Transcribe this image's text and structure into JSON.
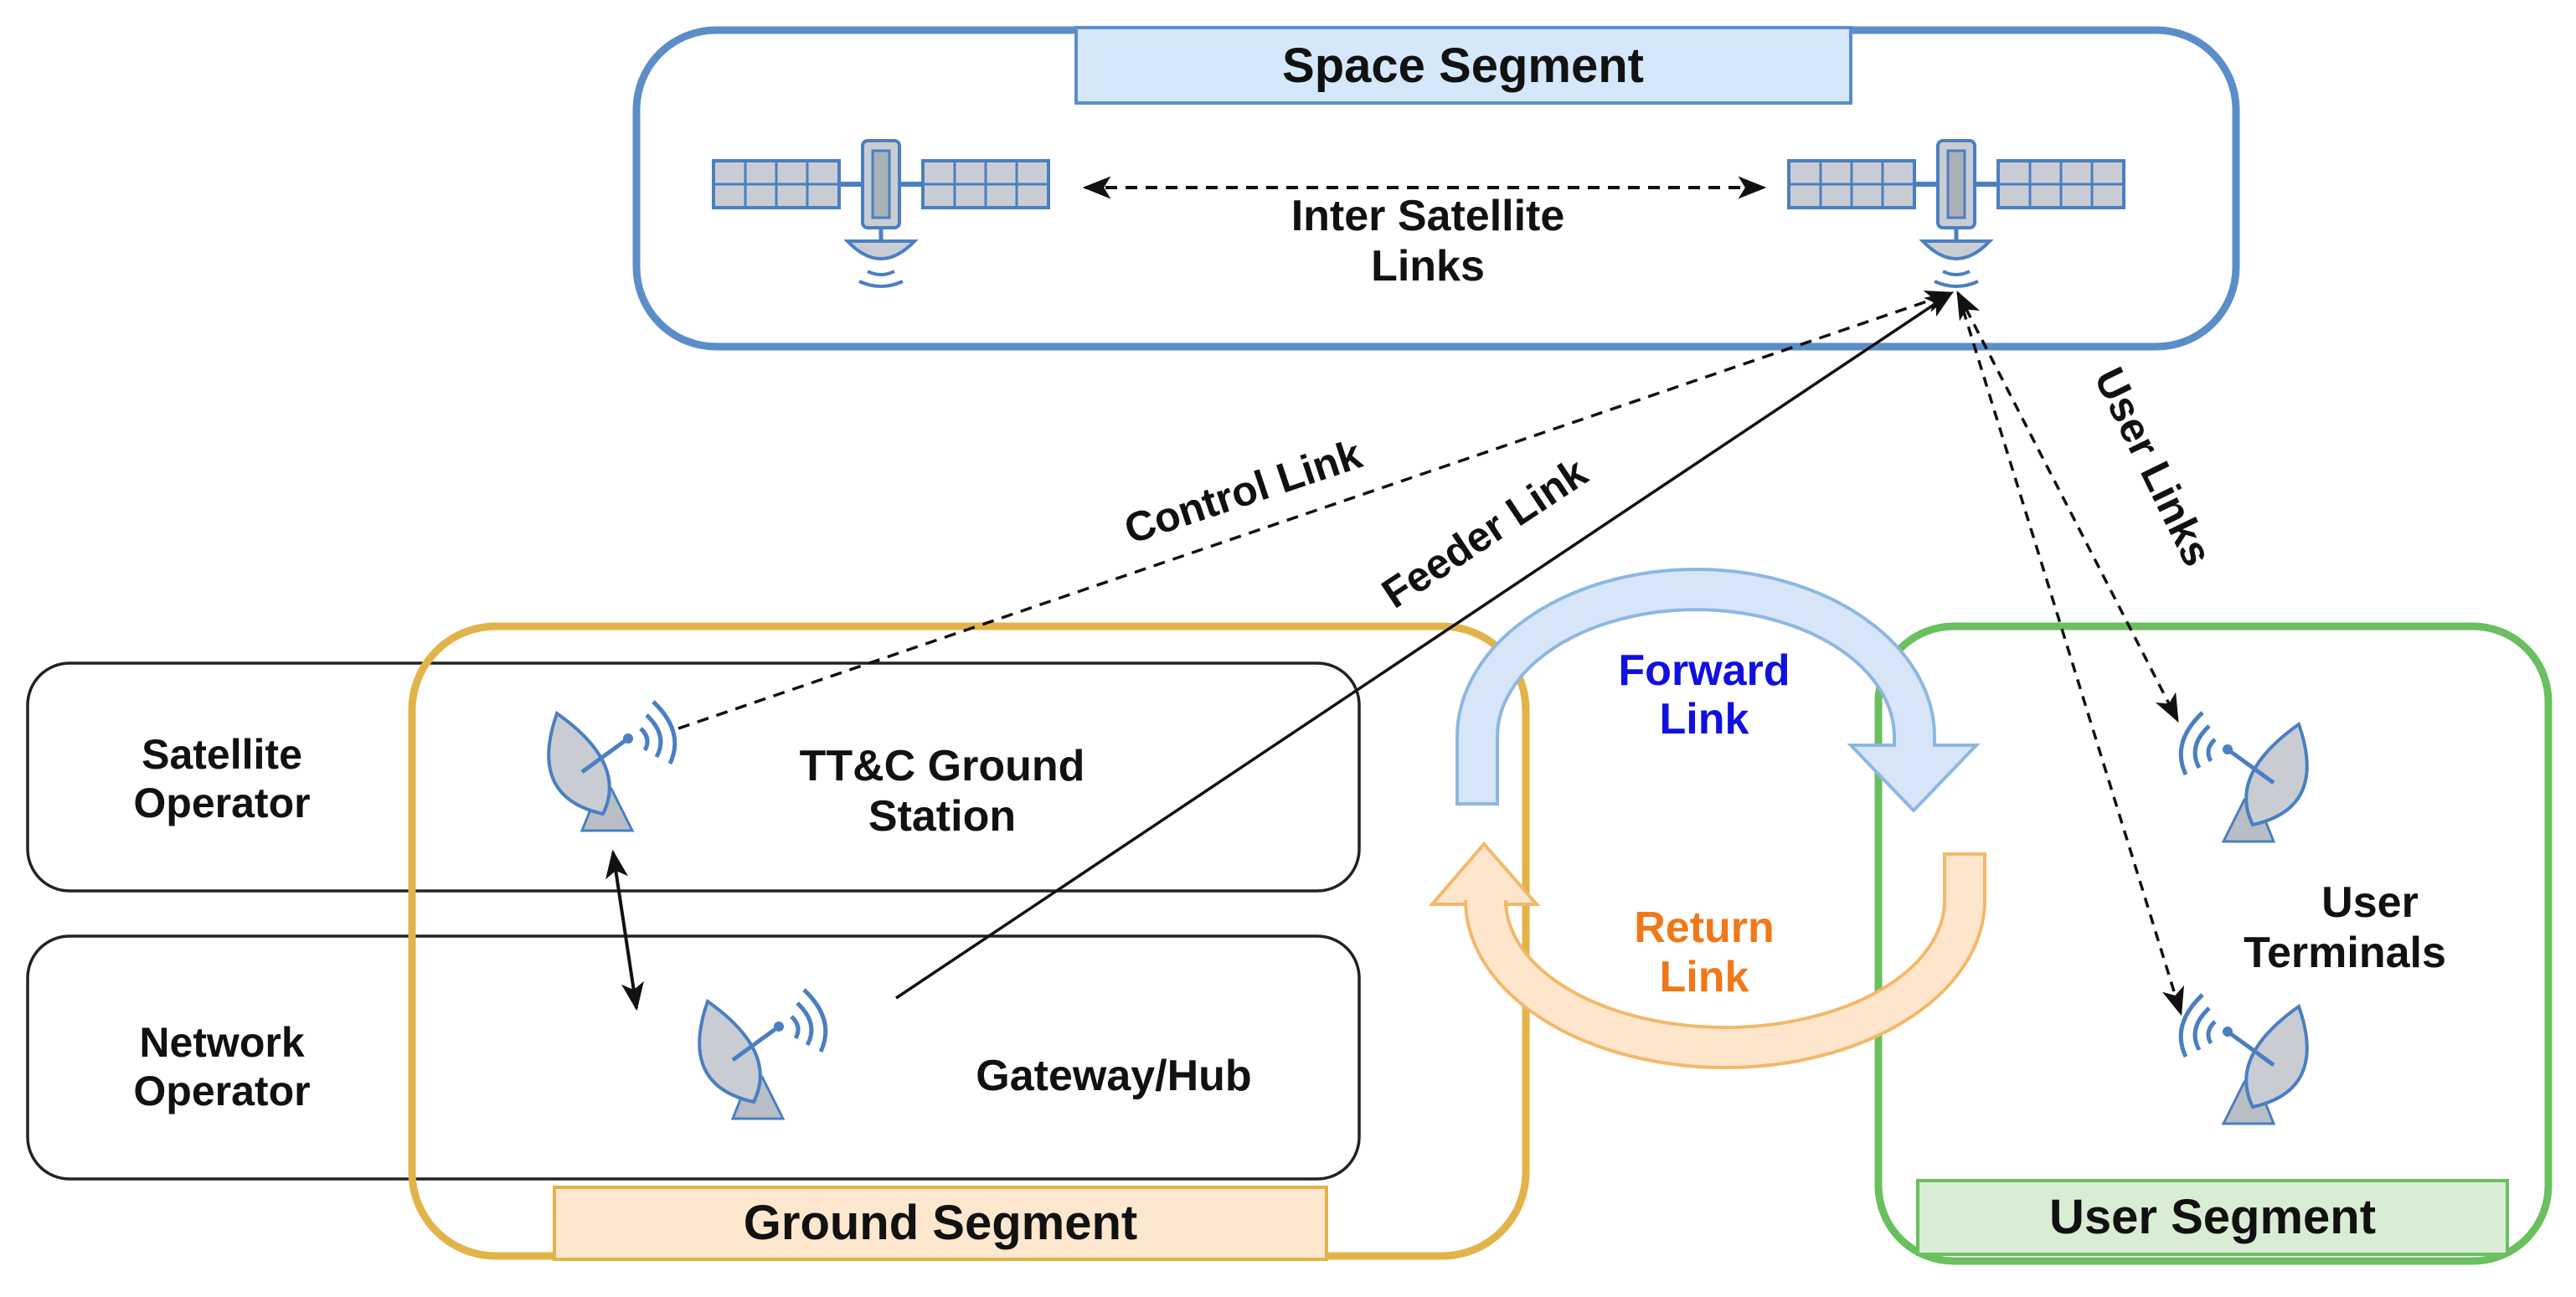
{
  "space_segment": {
    "title": "Space Segment",
    "inter_satellite_label_line1": "Inter Satellite",
    "inter_satellite_label_line2": "Links"
  },
  "ground_segment": {
    "title": "Ground Segment",
    "ttc_label_line1": "TT&C Ground",
    "ttc_label_line2": "Station",
    "gateway_label": "Gateway/Hub"
  },
  "user_segment": {
    "title": "User Segment",
    "terminals_label_line1": "User",
    "terminals_label_line2": "Terminals"
  },
  "operators": {
    "satellite_line1": "Satellite",
    "satellite_line2": "Operator",
    "network_line1": "Network",
    "network_line2": "Operator"
  },
  "links": {
    "control": "Control Link",
    "feeder": "Feeder Link",
    "user": "User Links",
    "forward_line1": "Forward",
    "forward_line2": "Link",
    "return_line1": "Return",
    "return_line2": "Link"
  },
  "colors": {
    "space": "#5b8ec9",
    "space_header": "#d5e8fb",
    "ground": "#e2b349",
    "ground_header": "#fde8cf",
    "user": "#6abf5e",
    "user_header": "#d9edd4",
    "forward_text": "#1010e0",
    "return_text": "#f07818",
    "forward_arrow": "#d6e6f8",
    "forward_arrow_stroke": "#8db7e0",
    "return_arrow": "#fde6cc",
    "return_arrow_stroke": "#f3b86a",
    "icon_fill": "#c4c9d0",
    "icon_stroke": "#4a7fc1"
  }
}
